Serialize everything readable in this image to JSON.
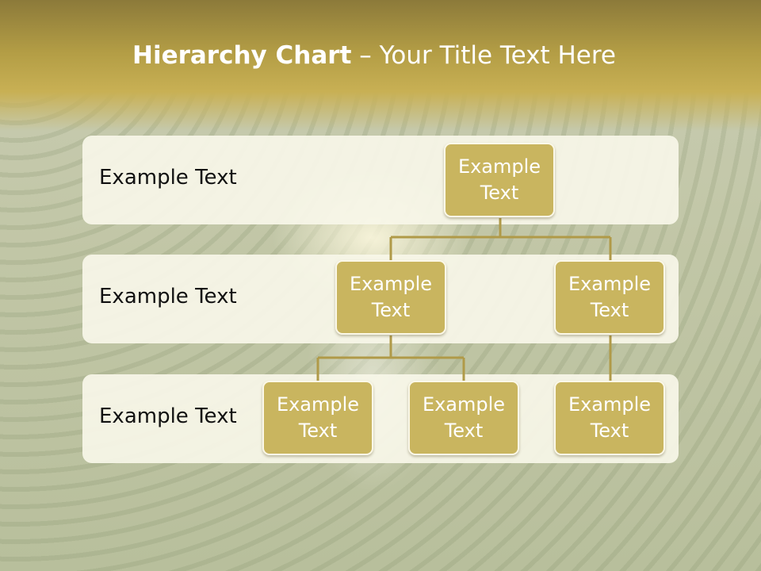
{
  "title": {
    "bold": "Hierarchy Chart",
    "rest": " – Your Title Text Here"
  },
  "rows": [
    {
      "label": "Example Text"
    },
    {
      "label": "Example Text"
    },
    {
      "label": "Example Text"
    }
  ],
  "nodes": [
    {
      "label": "Example Text",
      "level": 1
    },
    {
      "label": "Example Text",
      "level": 2
    },
    {
      "label": "Example Text",
      "level": 2
    },
    {
      "label": "Example Text",
      "level": 3
    },
    {
      "label": "Example Text",
      "level": 3
    },
    {
      "label": "Example Text",
      "level": 3
    }
  ],
  "colors": {
    "node_fill": "#c9b55f",
    "connector": "#b09a48",
    "header": "#b39d45"
  }
}
